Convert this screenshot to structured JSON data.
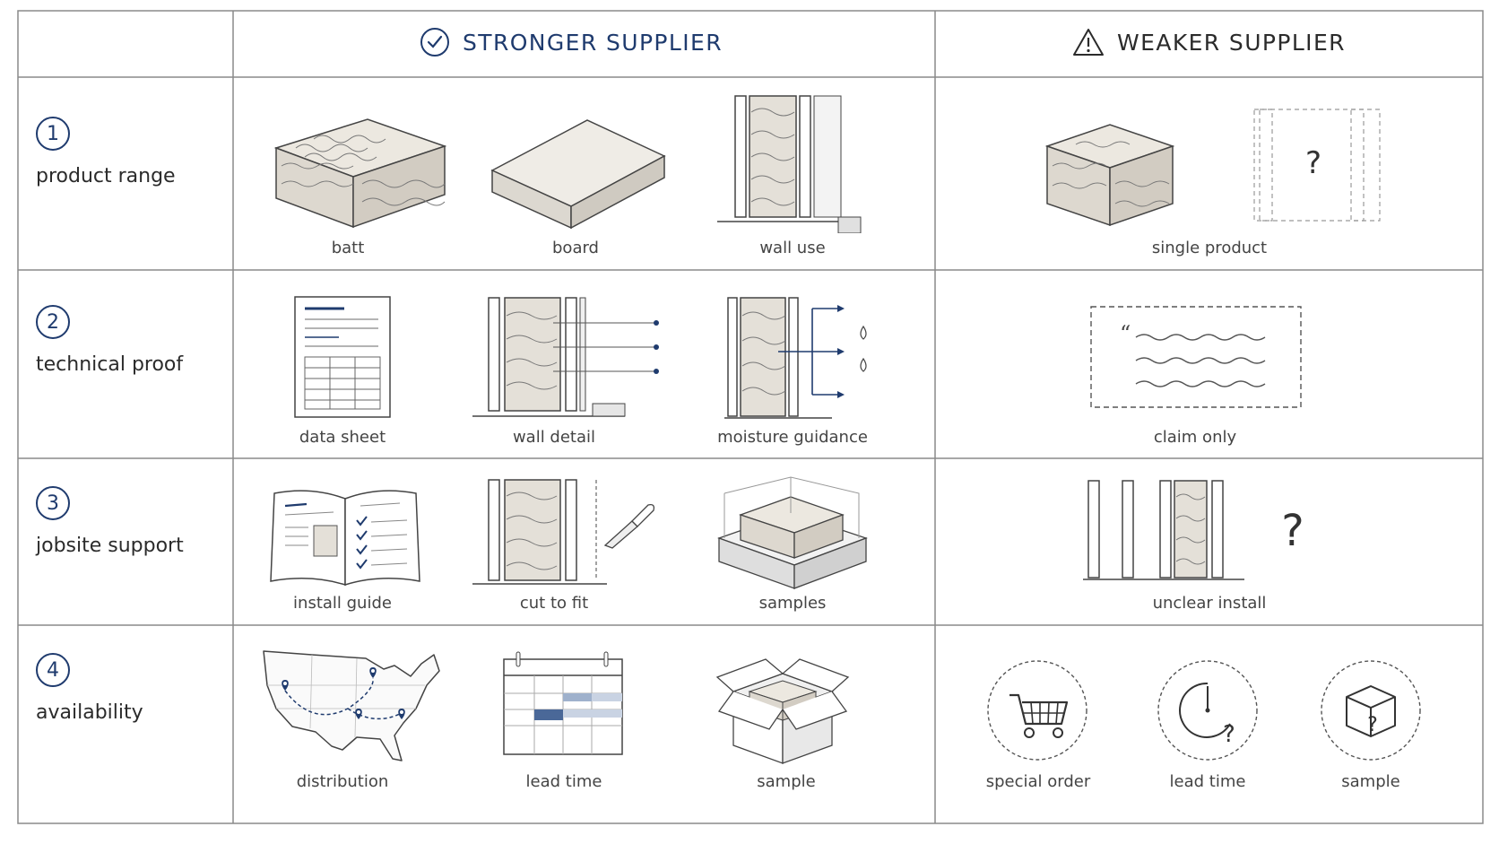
{
  "columns": {
    "stronger": {
      "title": "STRONGER SUPPLIER",
      "icon": "check-circle-icon",
      "color": "#1f3b6e"
    },
    "weaker": {
      "title": "WEAKER SUPPLIER",
      "icon": "warning-triangle-icon",
      "color": "#2b2b2b"
    }
  },
  "rows": [
    {
      "num": "1",
      "title": "product range",
      "stronger": [
        "batt",
        "board",
        "wall use"
      ],
      "weaker": [
        "single product"
      ]
    },
    {
      "num": "2",
      "title": "technical proof",
      "stronger": [
        "data sheet",
        "wall detail",
        "moisture guidance"
      ],
      "weaker": [
        "claim only"
      ]
    },
    {
      "num": "3",
      "title": "jobsite support",
      "stronger": [
        "install guide",
        "cut to fit",
        "samples"
      ],
      "weaker": [
        "unclear install"
      ]
    },
    {
      "num": "4",
      "title": "availability",
      "stronger": [
        "distribution",
        "lead time",
        "sample"
      ],
      "weaker": [
        "special order",
        "lead time",
        "sample"
      ]
    }
  ],
  "glyphs": {
    "question": "?",
    "quote": "“"
  },
  "colors": {
    "accent": "#1f3b6e",
    "grid": "#8a8a8a",
    "insulation": "#e4e0d8"
  }
}
